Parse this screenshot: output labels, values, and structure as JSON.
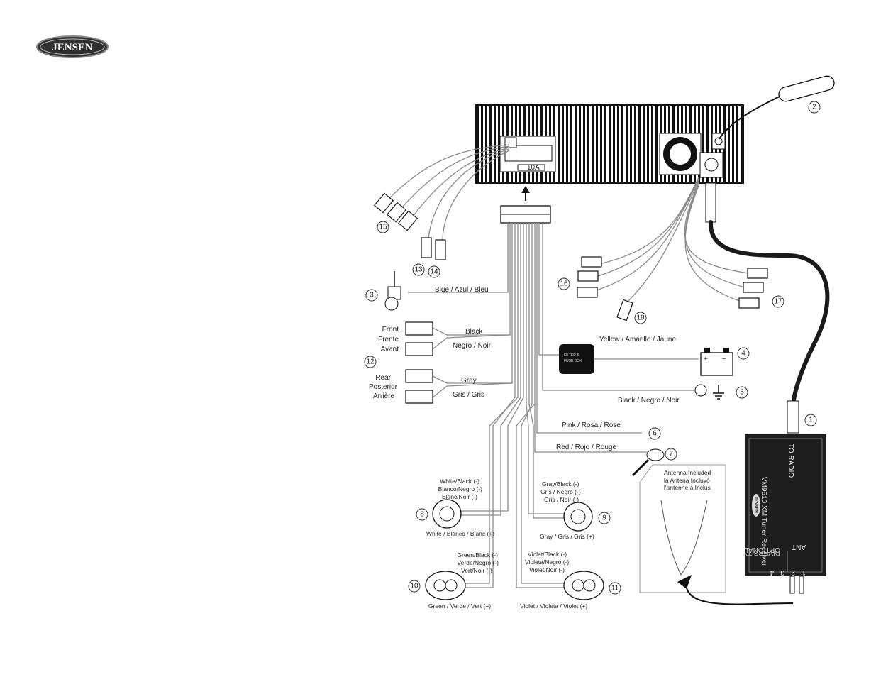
{
  "brand": {
    "name": "JENSEN"
  },
  "head_unit": {
    "fuse_label": "10A"
  },
  "filter_box": {
    "line1": "FILTER  &",
    "line2": "FUSE  BOX"
  },
  "receiver": {
    "to_radio": "TO RADIO",
    "model": "VM9510 XM Tuner Receiver",
    "logo": "JENSEN",
    "ant_label": "ANT",
    "port_nums": [
      "1",
      "2",
      "3",
      "4"
    ],
    "optional": "OPTIONAL",
    "diversity": "DIVERSITY"
  },
  "antenna_box": {
    "lines": [
      "Antenna    Included",
      "la  Antena    Incluyó",
      "l'antenne    a Inclus"
    ]
  },
  "callouts": [
    "1",
    "2",
    "3",
    "4",
    "5",
    "6",
    "7",
    "8",
    "9",
    "10",
    "11",
    "12",
    "13",
    "14",
    "15",
    "16",
    "17",
    "18"
  ],
  "labels": {
    "blue": "Blue   / Azul   / Bleu",
    "front": [
      "Front",
      "Frente",
      "Avant"
    ],
    "black": "Black",
    "negro_noir": "Negro   / Noir",
    "rear": [
      "Rear",
      "Posterior",
      "Arrière"
    ],
    "gray": "Gray",
    "gris_gris": "Gris   / Gris",
    "yellow": "Yellow   / Amarillo    / Jaune",
    "ground": "Black    / Negro   / Noir",
    "pink": "Pink   / Rosa    / Rose",
    "red": "Red   / Rojo   / Rouge",
    "white_black": [
      "White/Black  (-)",
      "Blanco/Negro  (-)",
      "Blanc/Noir  (-)"
    ],
    "white_plus": "White / Blanco  / Blanc  (+)",
    "gray_black": [
      "Gray/Black   (-)",
      "Gris  / Negro  (-)",
      "Gris   / Noir  (-)"
    ],
    "gray_plus": "Gray  / Gris  / Gris  (+)",
    "green_black": [
      "Green/Black   (-)",
      "Verde/Negro  (-)",
      "Vert/Noir  (-)"
    ],
    "green_plus": "Green   / Verde  / Vert  (+)",
    "violet_black": [
      "Violet/Black  (-)",
      "Violeta/Negro  (-)",
      "Violet/Noir  (-)"
    ],
    "violet_plus": "Violet  / Violeta  / Violet  (+)"
  },
  "colors": {
    "ink": "#222222",
    "wire": "#8a8a8a",
    "cable": "#1a1a1a",
    "panel": "#1e1e1e"
  }
}
